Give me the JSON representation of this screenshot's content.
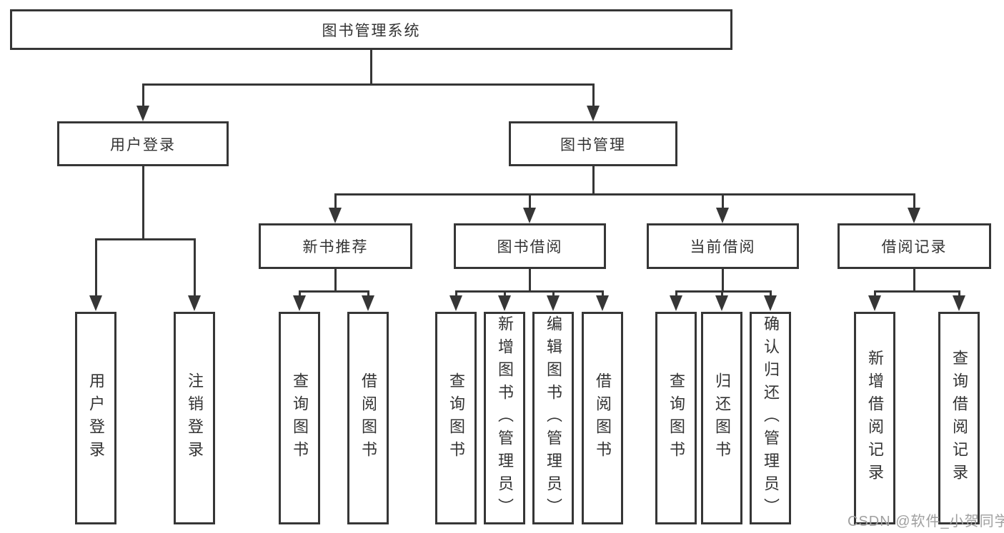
{
  "tree": {
    "root": {
      "label": "图书管理系统"
    },
    "branches": [
      {
        "label": "用户登录",
        "children": [
          {
            "label": "用户登录"
          },
          {
            "label": "注销登录"
          }
        ]
      },
      {
        "label": "图书管理",
        "groups": [
          {
            "label": "新书推荐",
            "children": [
              {
                "label": "查询图书"
              },
              {
                "label": "借阅图书"
              }
            ]
          },
          {
            "label": "图书借阅",
            "children": [
              {
                "label": "查询图书"
              },
              {
                "label": "新增图书（管理员）"
              },
              {
                "label": "编辑图书（管理员）"
              },
              {
                "label": "借阅图书"
              }
            ]
          },
          {
            "label": "当前借阅",
            "children": [
              {
                "label": "查询图书"
              },
              {
                "label": "归还图书"
              },
              {
                "label": "确认归还（管理员）"
              }
            ]
          },
          {
            "label": "借阅记录",
            "children": [
              {
                "label": "新增借阅记录"
              },
              {
                "label": "查询借阅记录"
              }
            ]
          }
        ]
      }
    ]
  },
  "watermark": {
    "text": "CSDN @软件_小贺同学"
  },
  "colors": {
    "line": "#363636",
    "text": "#333333",
    "background": "#ffffff",
    "watermark": "#a0a0a0"
  }
}
